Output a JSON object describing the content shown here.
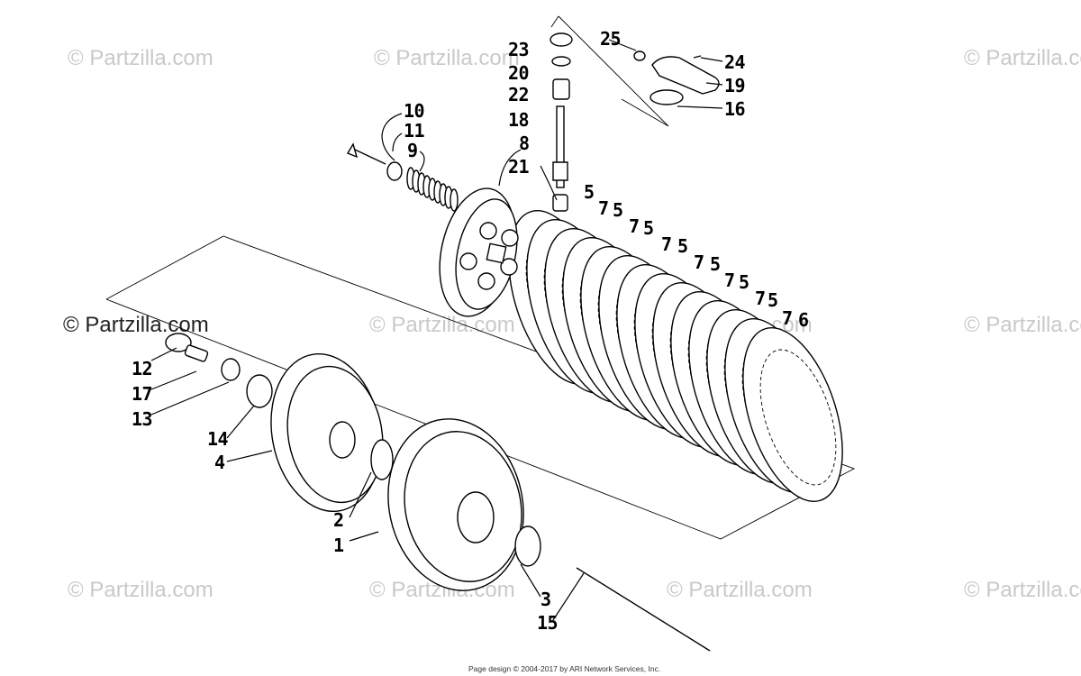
{
  "watermarks": [
    {
      "text": "© Partzilla.com",
      "style": "light"
    },
    {
      "text": "© Partzilla.com",
      "style": "light"
    },
    {
      "text": "© Partzilla.com",
      "style": "light"
    },
    {
      "text": "© Partzilla.com",
      "style": "dark"
    },
    {
      "text": "© Partzilla.com",
      "style": "light"
    },
    {
      "text": "© Partzilla.com",
      "style": "light"
    },
    {
      "text": "© Partzilla.com",
      "style": "light"
    },
    {
      "text": "© Partzilla.com",
      "style": "light"
    },
    {
      "text": "© Partzilla.com",
      "style": "light"
    },
    {
      "text": "© Partzilla.com",
      "style": "light"
    },
    {
      "text": "© Partzilla.com",
      "style": "light"
    }
  ],
  "callouts": [
    "23",
    "20",
    "22",
    "18",
    "8",
    "21",
    "25",
    "24",
    "19",
    "16",
    "10",
    "11",
    "9",
    "5",
    "7",
    "5",
    "7",
    "5",
    "7",
    "5",
    "7",
    "5",
    "7",
    "5",
    "7",
    "5",
    "7",
    "6",
    "12",
    "17",
    "13",
    "14",
    "4",
    "2",
    "1",
    "3",
    "15"
  ],
  "footer": "Page design © 2004-2017 by ARI Network Services, Inc."
}
